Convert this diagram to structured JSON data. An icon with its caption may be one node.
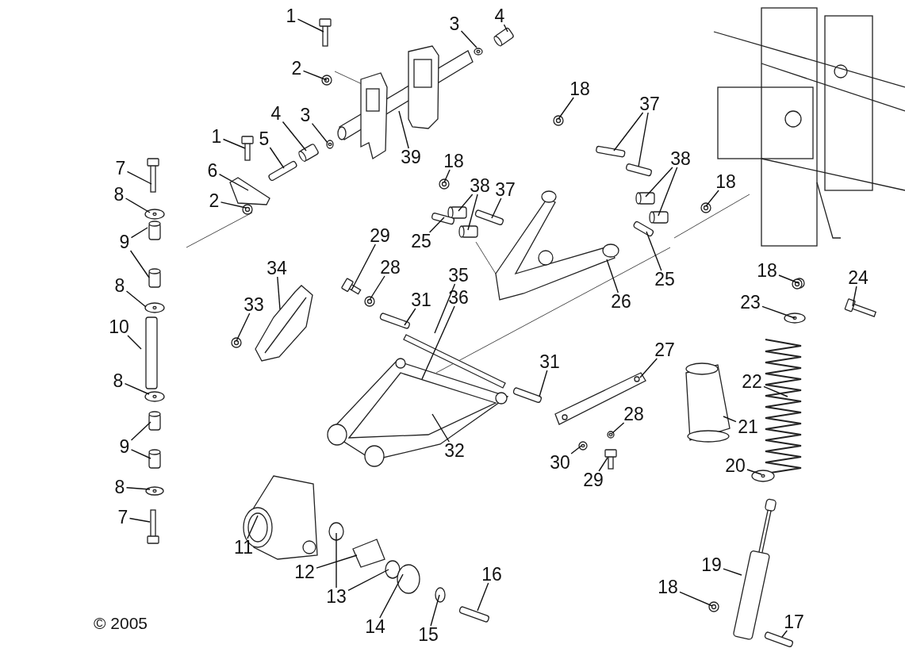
{
  "diagram": {
    "nodes": [
      {
        "text": [
          "1"
        ]
      },
      {
        "text": [
          "3"
        ]
      },
      {
        "text": [
          "4"
        ]
      },
      {
        "text": [
          "2"
        ]
      },
      {
        "text": [
          "18"
        ]
      },
      {
        "text": [
          "37"
        ]
      },
      {
        "text": [
          "4"
        ]
      },
      {
        "text": [
          "3"
        ]
      },
      {
        "text": [
          "39"
        ]
      },
      {
        "text": [
          "1"
        ]
      },
      {
        "text": [
          "5"
        ]
      },
      {
        "text": [
          "7"
        ]
      },
      {
        "text": [
          "6"
        ]
      },
      {
        "text": [
          "18"
        ]
      },
      {
        "text": [
          "38"
        ]
      },
      {
        "text": [
          "8"
        ]
      },
      {
        "text": [
          "2"
        ]
      },
      {
        "text": [
          "18"
        ]
      },
      {
        "text": [
          "38"
        ]
      },
      {
        "text": [
          "37"
        ]
      },
      {
        "text": [
          "9"
        ]
      },
      {
        "text": [
          "25"
        ]
      },
      {
        "text": [
          "29"
        ]
      },
      {
        "text": [
          "28"
        ]
      },
      {
        "text": [
          "34"
        ]
      },
      {
        "text": [
          "25"
        ]
      },
      {
        "text": [
          "18"
        ]
      },
      {
        "text": [
          "24"
        ]
      },
      {
        "text": [
          "8"
        ]
      },
      {
        "text": [
          "33"
        ]
      },
      {
        "text": [
          "31"
        ]
      },
      {
        "text": [
          "35"
        ]
      },
      {
        "text": [
          "36"
        ]
      },
      {
        "text": [
          "26"
        ]
      },
      {
        "text": [
          "23"
        ]
      },
      {
        "text": [
          "10"
        ]
      },
      {
        "text": [
          "27"
        ]
      },
      {
        "text": [
          "31"
        ]
      },
      {
        "text": [
          "8"
        ]
      },
      {
        "text": [
          "22"
        ]
      },
      {
        "text": [
          "21"
        ]
      },
      {
        "text": [
          "28"
        ]
      },
      {
        "text": [
          "9"
        ]
      },
      {
        "text": [
          "32"
        ]
      },
      {
        "text": [
          "30"
        ]
      },
      {
        "text": [
          "20"
        ]
      },
      {
        "text": [
          "29"
        ]
      },
      {
        "text": [
          "8"
        ]
      },
      {
        "text": [
          "7"
        ]
      },
      {
        "text": [
          "11"
        ]
      },
      {
        "text": [
          "19"
        ]
      },
      {
        "text": [
          "12"
        ]
      },
      {
        "text": [
          "13"
        ]
      },
      {
        "text": [
          "16"
        ]
      },
      {
        "text": [
          "18"
        ]
      },
      {
        "text": [
          "14"
        ]
      },
      {
        "text": [
          "17"
        ]
      },
      {
        "text": [
          "15"
        ]
      },
      {
        "text": [],
        "shape": "picture"
      },
      {
        "text": [],
        "shape": "picture"
      },
      {
        "text": [],
        "shape": "picture"
      }
    ],
    "edges": [
      {
        "from": 0,
        "to": null,
        "arrow": "none"
      },
      {
        "from": 1,
        "to": null,
        "arrow": "none"
      },
      {
        "from": 2,
        "to": null,
        "arrow": "none"
      },
      {
        "from": 3,
        "to": null,
        "arrow": "none"
      },
      {
        "from": 4,
        "to": null,
        "arrow": "none"
      },
      {
        "from": 5,
        "to": null,
        "arrow": "none"
      },
      {
        "from": 5,
        "to": null,
        "arrow": "none"
      },
      {
        "from": 6,
        "to": null,
        "arrow": "none"
      },
      {
        "from": 7,
        "to": null,
        "arrow": "none"
      },
      {
        "from": 8,
        "to": null,
        "arrow": "none"
      },
      {
        "from": 9,
        "to": 58,
        "arrow": "none"
      },
      {
        "from": 10,
        "to": null,
        "arrow": "none"
      },
      {
        "from": 11,
        "to": null,
        "arrow": "none"
      },
      {
        "from": 12,
        "to": null,
        "arrow": "none"
      },
      {
        "from": 13,
        "to": null,
        "arrow": "none"
      },
      {
        "from": 14,
        "to": null,
        "arrow": "none"
      },
      {
        "from": 14,
        "to": null,
        "arrow": "none"
      },
      {
        "from": 15,
        "to": null,
        "arrow": "none"
      },
      {
        "from": 16,
        "to": null,
        "arrow": "none"
      },
      {
        "from": 17,
        "to": null,
        "arrow": "none"
      },
      {
        "from": 18,
        "to": null,
        "arrow": "none"
      },
      {
        "from": 18,
        "to": null,
        "arrow": "none"
      },
      {
        "from": 19,
        "to": null,
        "arrow": "none"
      },
      {
        "from": 20,
        "to": null,
        "arrow": "none"
      },
      {
        "from": 20,
        "to": null,
        "arrow": "none"
      },
      {
        "from": 21,
        "to": null,
        "arrow": "none"
      },
      {
        "from": 22,
        "to": null,
        "arrow": "none"
      },
      {
        "from": 23,
        "to": null,
        "arrow": "none"
      },
      {
        "from": 24,
        "to": 59,
        "arrow": "none"
      },
      {
        "from": 25,
        "to": null,
        "arrow": "none"
      },
      {
        "from": 26,
        "to": null,
        "arrow": "none"
      },
      {
        "from": 27,
        "to": null,
        "arrow": "none"
      },
      {
        "from": 28,
        "to": 60,
        "arrow": "none"
      },
      {
        "from": 29,
        "to": null,
        "arrow": "none"
      },
      {
        "from": 30,
        "to": null,
        "arrow": "none"
      },
      {
        "from": 31,
        "to": null,
        "arrow": "none"
      },
      {
        "from": 32,
        "to": null,
        "arrow": "none"
      },
      {
        "from": 33,
        "to": null,
        "arrow": "none"
      },
      {
        "from": 34,
        "to": null,
        "arrow": "none"
      },
      {
        "from": 35,
        "to": null,
        "arrow": "none"
      },
      {
        "from": 36,
        "to": null,
        "arrow": "none"
      },
      {
        "from": 37,
        "to": null,
        "arrow": "none"
      },
      {
        "from": 38,
        "to": null,
        "arrow": "none"
      },
      {
        "from": 39,
        "to": null,
        "arrow": "none"
      },
      {
        "from": 40,
        "to": null,
        "arrow": "none"
      },
      {
        "from": 41,
        "to": null,
        "arrow": "none"
      },
      {
        "from": 42,
        "to": null,
        "arrow": "none"
      },
      {
        "from": 42,
        "to": null,
        "arrow": "none"
      },
      {
        "from": 43,
        "to": null,
        "arrow": "none"
      },
      {
        "from": 44,
        "to": null,
        "arrow": "none"
      },
      {
        "from": 45,
        "to": null,
        "arrow": "none"
      },
      {
        "from": 46,
        "to": null,
        "arrow": "none"
      },
      {
        "from": 47,
        "to": null,
        "arrow": "none"
      },
      {
        "from": 48,
        "to": null,
        "arrow": "none"
      },
      {
        "from": 49,
        "to": null,
        "arrow": "none"
      },
      {
        "from": 50,
        "to": null,
        "arrow": "none"
      },
      {
        "from": 51,
        "to": null,
        "arrow": "none"
      },
      {
        "from": 52,
        "to": null,
        "arrow": "none"
      },
      {
        "from": 52,
        "to": null,
        "arrow": "none"
      },
      {
        "from": 53,
        "to": null,
        "arrow": "none"
      },
      {
        "from": 54,
        "to": null,
        "arrow": "none"
      },
      {
        "from": 55,
        "to": null,
        "arrow": "none"
      },
      {
        "from": 56,
        "to": null,
        "arrow": "none"
      },
      {
        "from": 57,
        "to": null,
        "arrow": "none"
      }
    ],
    "labels": [
      "© 2005"
    ]
  }
}
